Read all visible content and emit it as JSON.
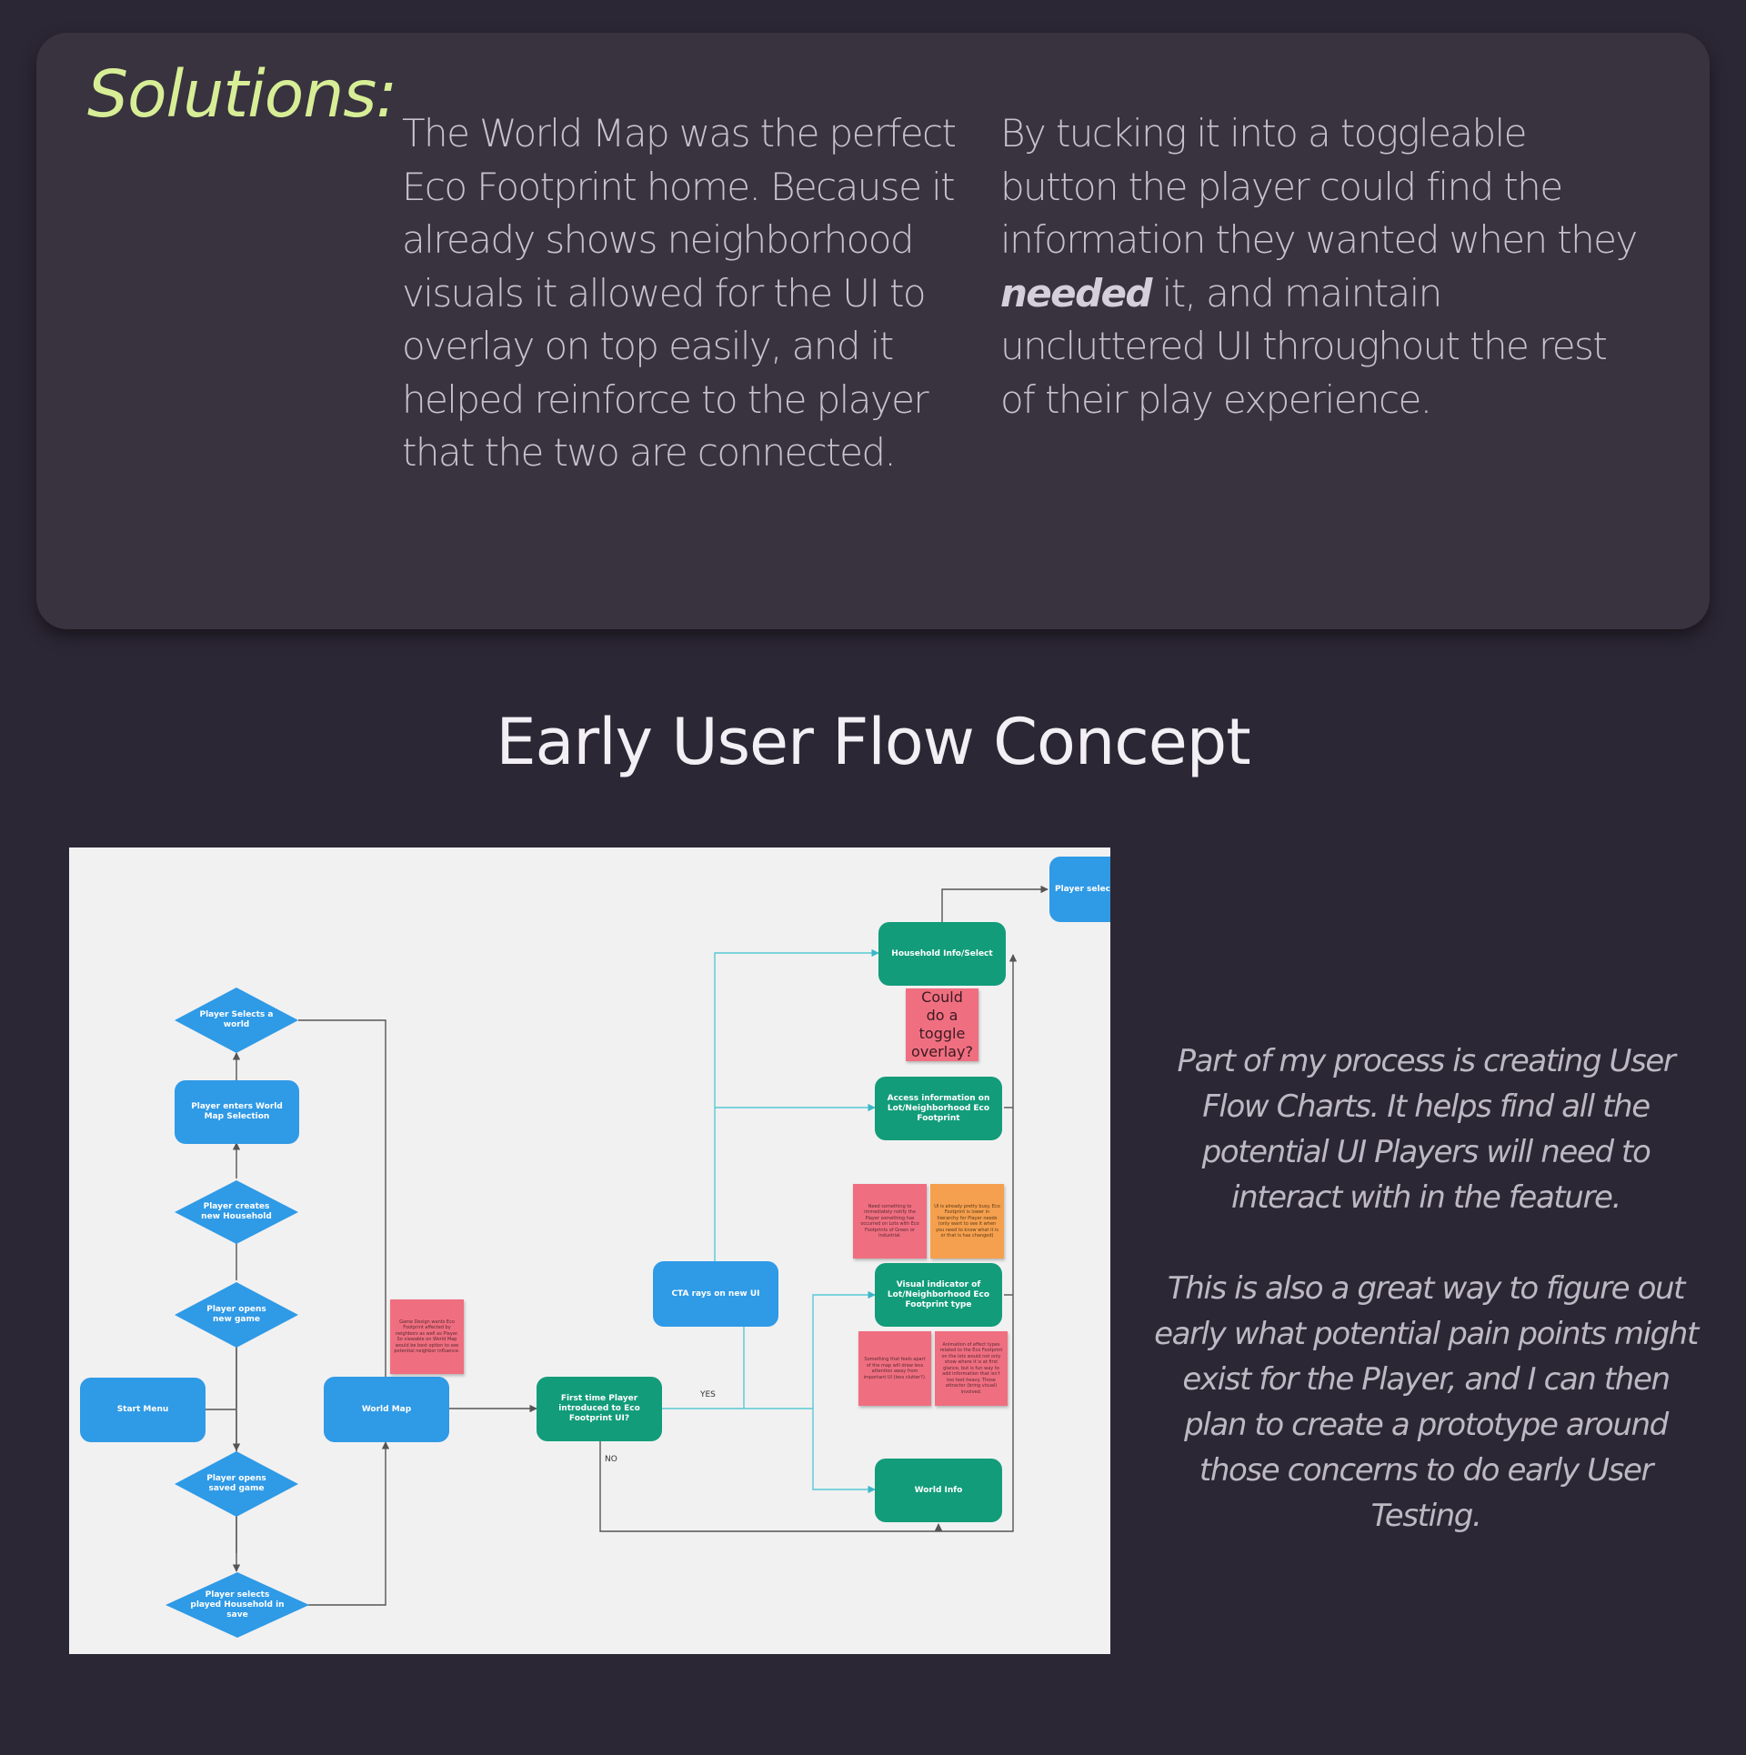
{
  "solutions": {
    "title": "Solutions:",
    "paragraph_1": "The World Map was the perfect Eco Footprint home. Because it already shows neighborhood visuals it allowed for the UI to overlay on top easily, and it helped reinforce to the player that the two are connected.",
    "paragraph_2_before": "By tucking it into a toggleable button the player could find the information they wanted when they ",
    "paragraph_2_emphasis": "needed",
    "paragraph_2_after": " it, and maintain uncluttered UI throughout the rest of their play experience."
  },
  "flow_section": {
    "heading": "Early User Flow Concept"
  },
  "flowchart": {
    "nodes": {
      "player_selects_world": "Player Selects a world",
      "player_enters_world_map": "Player enters World Map Selection",
      "player_creates_household": "Player creates new Household",
      "player_opens_new_game": "Player opens new game",
      "start_menu": "Start Menu",
      "player_opens_saved_game": "Player opens saved game",
      "player_selects_played_household": "Player selects played Household in save",
      "world_map": "World Map",
      "first_time_intro": "First time Player introduced to Eco Footprint UI?",
      "cta_rays": "CTA rays on new UI",
      "household_info": "Household Info/Select",
      "access_information": "Access information on Lot/Neighborhood Eco Footprint",
      "visual_indicator": "Visual indicator of Lot/Neighborhood Eco Footprint type",
      "world_info": "World Info",
      "player_select_cut": "Player selec"
    },
    "edge_labels": {
      "yes": "YES",
      "no": "NO"
    },
    "notes": {
      "toggle_overlay": "Could do a toggle overlay?",
      "game_design_note": "Game Design wants Eco Footprint affected by neighbors as well as Player. So viewable on World Map would be best option to see potential neighbor influence.",
      "need_notify": "Need something to immediately notify the Player something has occurred on Lots with Eco Footprints of Green or Industrial.",
      "ui_busy": "UI is already pretty busy. Eco Footprint is lower in hierarchy for Player needs (only want to see it when you need to know what it is or that is has changed)",
      "feels_apart": "Something that feels apart of the map will draw less attention away from important UI (less clutter?).",
      "animation_note": "Animation of effect types related to the Eco Footprint on the lots would not only show where it is at first glance, but is fun way to add information that isn't too text heavy. Those attractor (bring visual) involved."
    },
    "colors": {
      "process_blue": "#2f9ae6",
      "process_green": "#129c7a",
      "note_pink": "#ef6f80",
      "note_orange": "#f5a04f",
      "connector_gray": "#555555",
      "connector_cyan": "#59c9d6"
    }
  },
  "side_text": {
    "paragraph_1": "Part of my process is creating User Flow Charts. It helps find all the potential UI Players will need to interact with in the feature.",
    "paragraph_2": "This is also a great way to figure out early what potential pain points might exist for the Player, and I can then plan to create a prototype around those concerns to do early User Testing."
  }
}
